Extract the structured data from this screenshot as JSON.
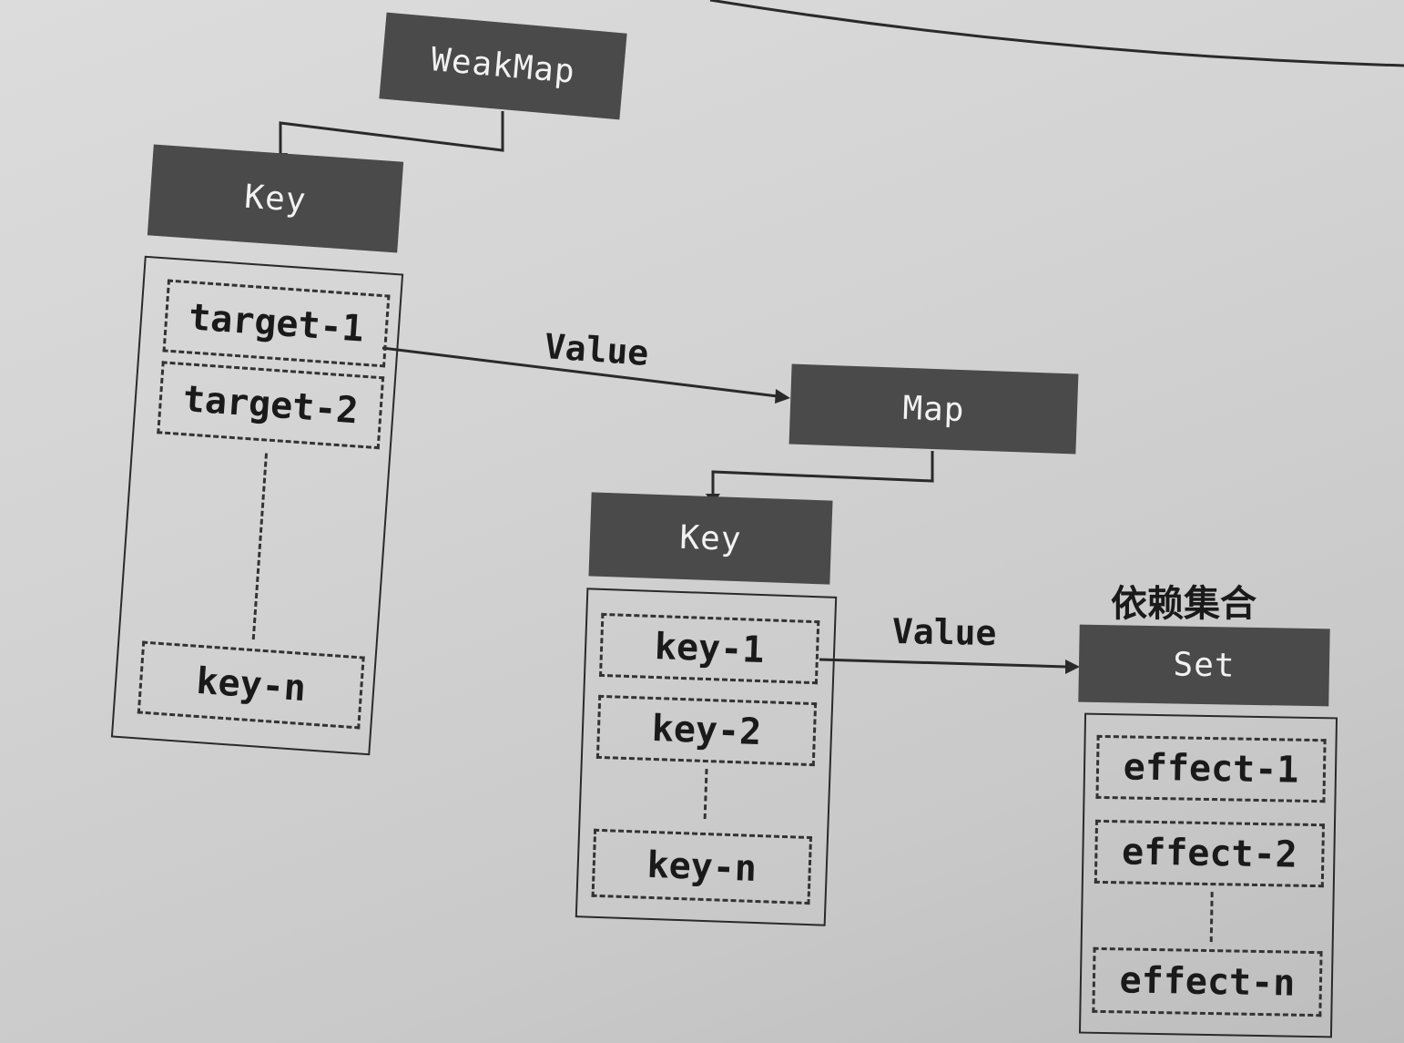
{
  "weakmap": {
    "title": "WeakMap"
  },
  "level1": {
    "key_header": "Key",
    "items": [
      "target-1",
      "target-2"
    ],
    "last_item": "key-n"
  },
  "map": {
    "title": "Map",
    "value_label": "Value"
  },
  "level2": {
    "key_header": "Key",
    "items": [
      "key-1",
      "key-2"
    ],
    "last_item": "key-n"
  },
  "set": {
    "heading": "依赖集合",
    "title": "Set",
    "value_label": "Value",
    "items": [
      "effect-1",
      "effect-2"
    ],
    "last_item": "effect-n"
  }
}
